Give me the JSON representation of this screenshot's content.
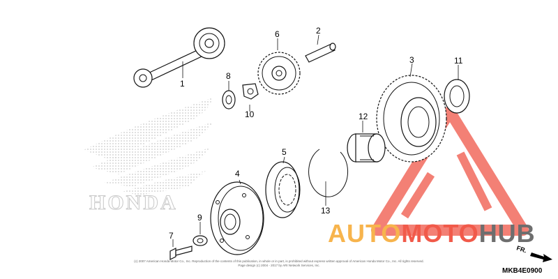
{
  "parts": [
    {
      "label": "1",
      "name": "starter-idle-shaft"
    },
    {
      "label": "2",
      "name": "pin"
    },
    {
      "label": "3",
      "name": "starter-driven-gear"
    },
    {
      "label": "4",
      "name": "starter-clutch-outer"
    },
    {
      "label": "5",
      "name": "one-way-clutch"
    },
    {
      "label": "6",
      "name": "idle-gear"
    },
    {
      "label": "7",
      "name": "bolt"
    },
    {
      "label": "8",
      "name": "washer"
    },
    {
      "label": "9",
      "name": "washer"
    },
    {
      "label": "10",
      "name": "clip"
    },
    {
      "label": "11",
      "name": "thin-washer"
    },
    {
      "label": "12",
      "name": "needle-bearing"
    },
    {
      "label": "13",
      "name": "snap-ring"
    }
  ],
  "copyright_lines": [
    "(c) 2007 American Honda Motor Co., Inc. Reproduction of the contents of this publication, in whole or in part, is prohibited without express written approval of American Honda Motor Co., Inc. All rights reserved.",
    "Page design (c) 2004 - 2017 by ARI Network Services, Inc."
  ],
  "diagram_code": "MKB4E0900",
  "direction_label": "FR.",
  "watermark": {
    "brand_left": "AUTO",
    "brand_mid": "MOTO",
    "brand_right": "HUB",
    "honda_word": "HONDA",
    "colors": {
      "orange": "#f7b44d",
      "red": "#f15a4a",
      "gray": "#6e6e6e",
      "triangle": "#f26a5e",
      "honda": "#c8c8c8"
    }
  }
}
